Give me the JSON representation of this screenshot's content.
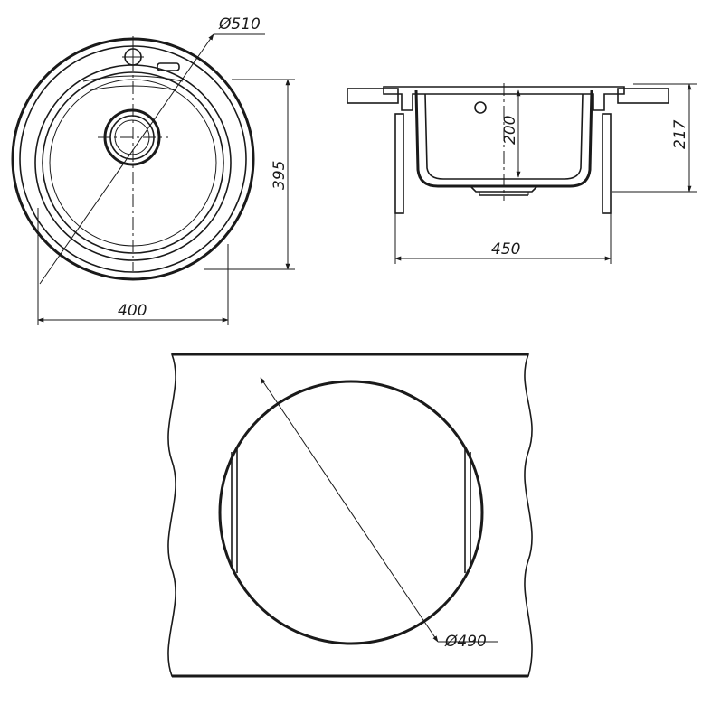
{
  "top_view": {
    "outer_diameter_label": "Ø510",
    "width_label": "400",
    "height_label": "395"
  },
  "side_view": {
    "bowl_depth_label": "200",
    "total_height_label": "217",
    "width_label": "450"
  },
  "cutout_view": {
    "cutout_diameter_label": "Ø490"
  },
  "colors": {
    "line": "#1a1a1a",
    "background": "#ffffff"
  }
}
